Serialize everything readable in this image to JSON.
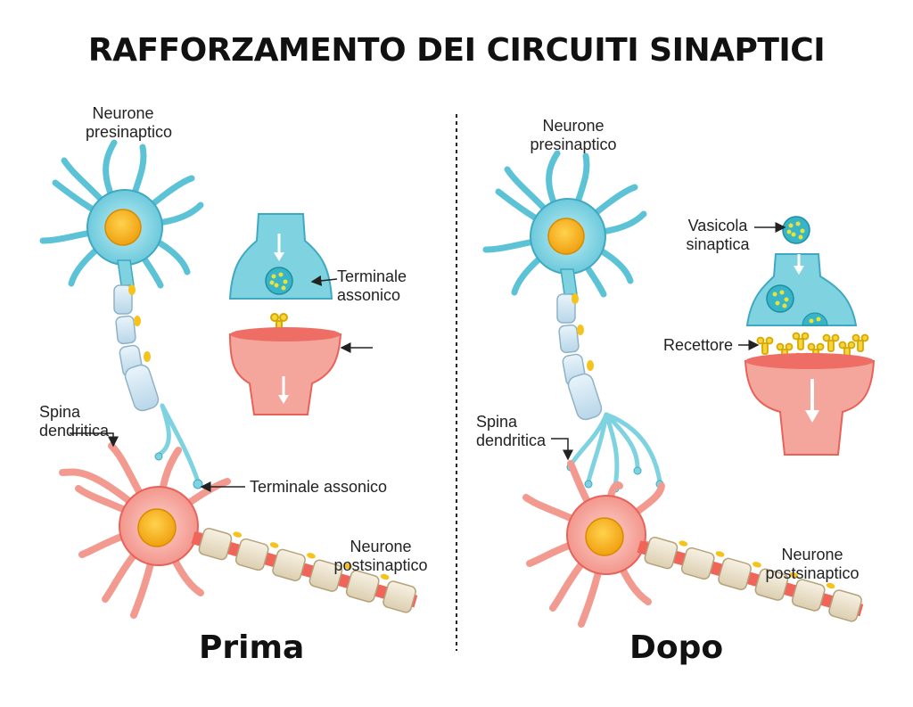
{
  "title": "RAFFORZAMENTO DEI CIRCUITI SINAPTICI",
  "before": {
    "heading": "Prima",
    "presynaptic_line1": "Neurone",
    "presynaptic_line2": "presinaptico",
    "terminal_inset_line1": "Terminale",
    "terminal_inset_line2": "assonico",
    "terminal_label": "Terminale assonico",
    "spine_line1": "Spina",
    "spine_line2": "dendritica",
    "postsynaptic_line1": "Neurone",
    "postsynaptic_line2": "postsinaptico"
  },
  "after": {
    "heading": "Dopo",
    "presynaptic_line1": "Neurone",
    "presynaptic_line2": "presinaptico",
    "vesicle_line1": "Vasicola",
    "vesicle_line2": "sinaptica",
    "receptor_label": "Recettore",
    "spine_line1": "Spina",
    "spine_line2": "dendritica",
    "postsynaptic_line1": "Neurone",
    "postsynaptic_line2": "postsinaptico"
  },
  "colors": {
    "presynaptic_body": "#7fd3e0",
    "presynaptic_dark": "#3fa9c2",
    "postsynaptic_body": "#f7a8a0",
    "postsynaptic_dark": "#e8625a",
    "nucleus": "#f6b21c",
    "vesicle_dot": "#e9e23a"
  }
}
